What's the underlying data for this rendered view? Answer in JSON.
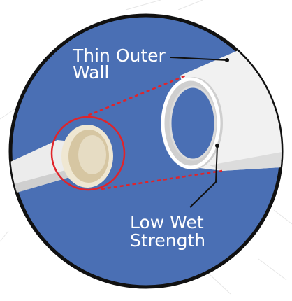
{
  "labels": {
    "thin_outer_wall": [
      "Thin Outer",
      "Wall"
    ],
    "low_wet_strength": [
      "Low Wet",
      "Strength"
    ]
  },
  "colors": {
    "circle_fill": "#4a6fb4",
    "circle_border": "#111111",
    "pipe_white": "#f2f2f2",
    "pipe_shadow": "#c8c8c8",
    "pipe_inner": "#d8c9a8",
    "highlight_ring": "#e0242a",
    "dashed_line": "#e0242a",
    "leader_line": "#111111",
    "text": "#ffffff"
  }
}
